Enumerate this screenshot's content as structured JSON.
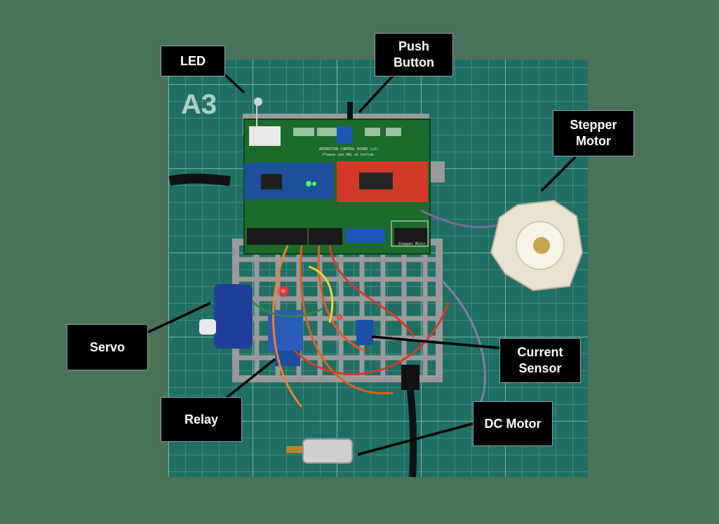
{
  "photo": {
    "mat_label": "A3",
    "board_title": "ANIMATION CONTROL BOARD (v2)",
    "board_subtitle": "Please see URL at bottom",
    "stepper_header_label": "Stepper Motor"
  },
  "callouts": {
    "led": "LED",
    "push_button": "Push\nButton",
    "stepper_motor": "Stepper\nMotor",
    "servo": "Servo",
    "current_sensor": "Current\nSensor",
    "relay": "Relay",
    "dc_motor": "DC  Motor"
  },
  "colors": {
    "background": "#4a7359",
    "cutting_mat": "#1f6f64",
    "pcb_green": "#1c6a2c",
    "arduino_blue": "#1d4f9a",
    "driver_red": "#d23a2a",
    "callout_fill": "#000000",
    "callout_text": "#ffffff",
    "callout_border": "#8aa0b8"
  }
}
